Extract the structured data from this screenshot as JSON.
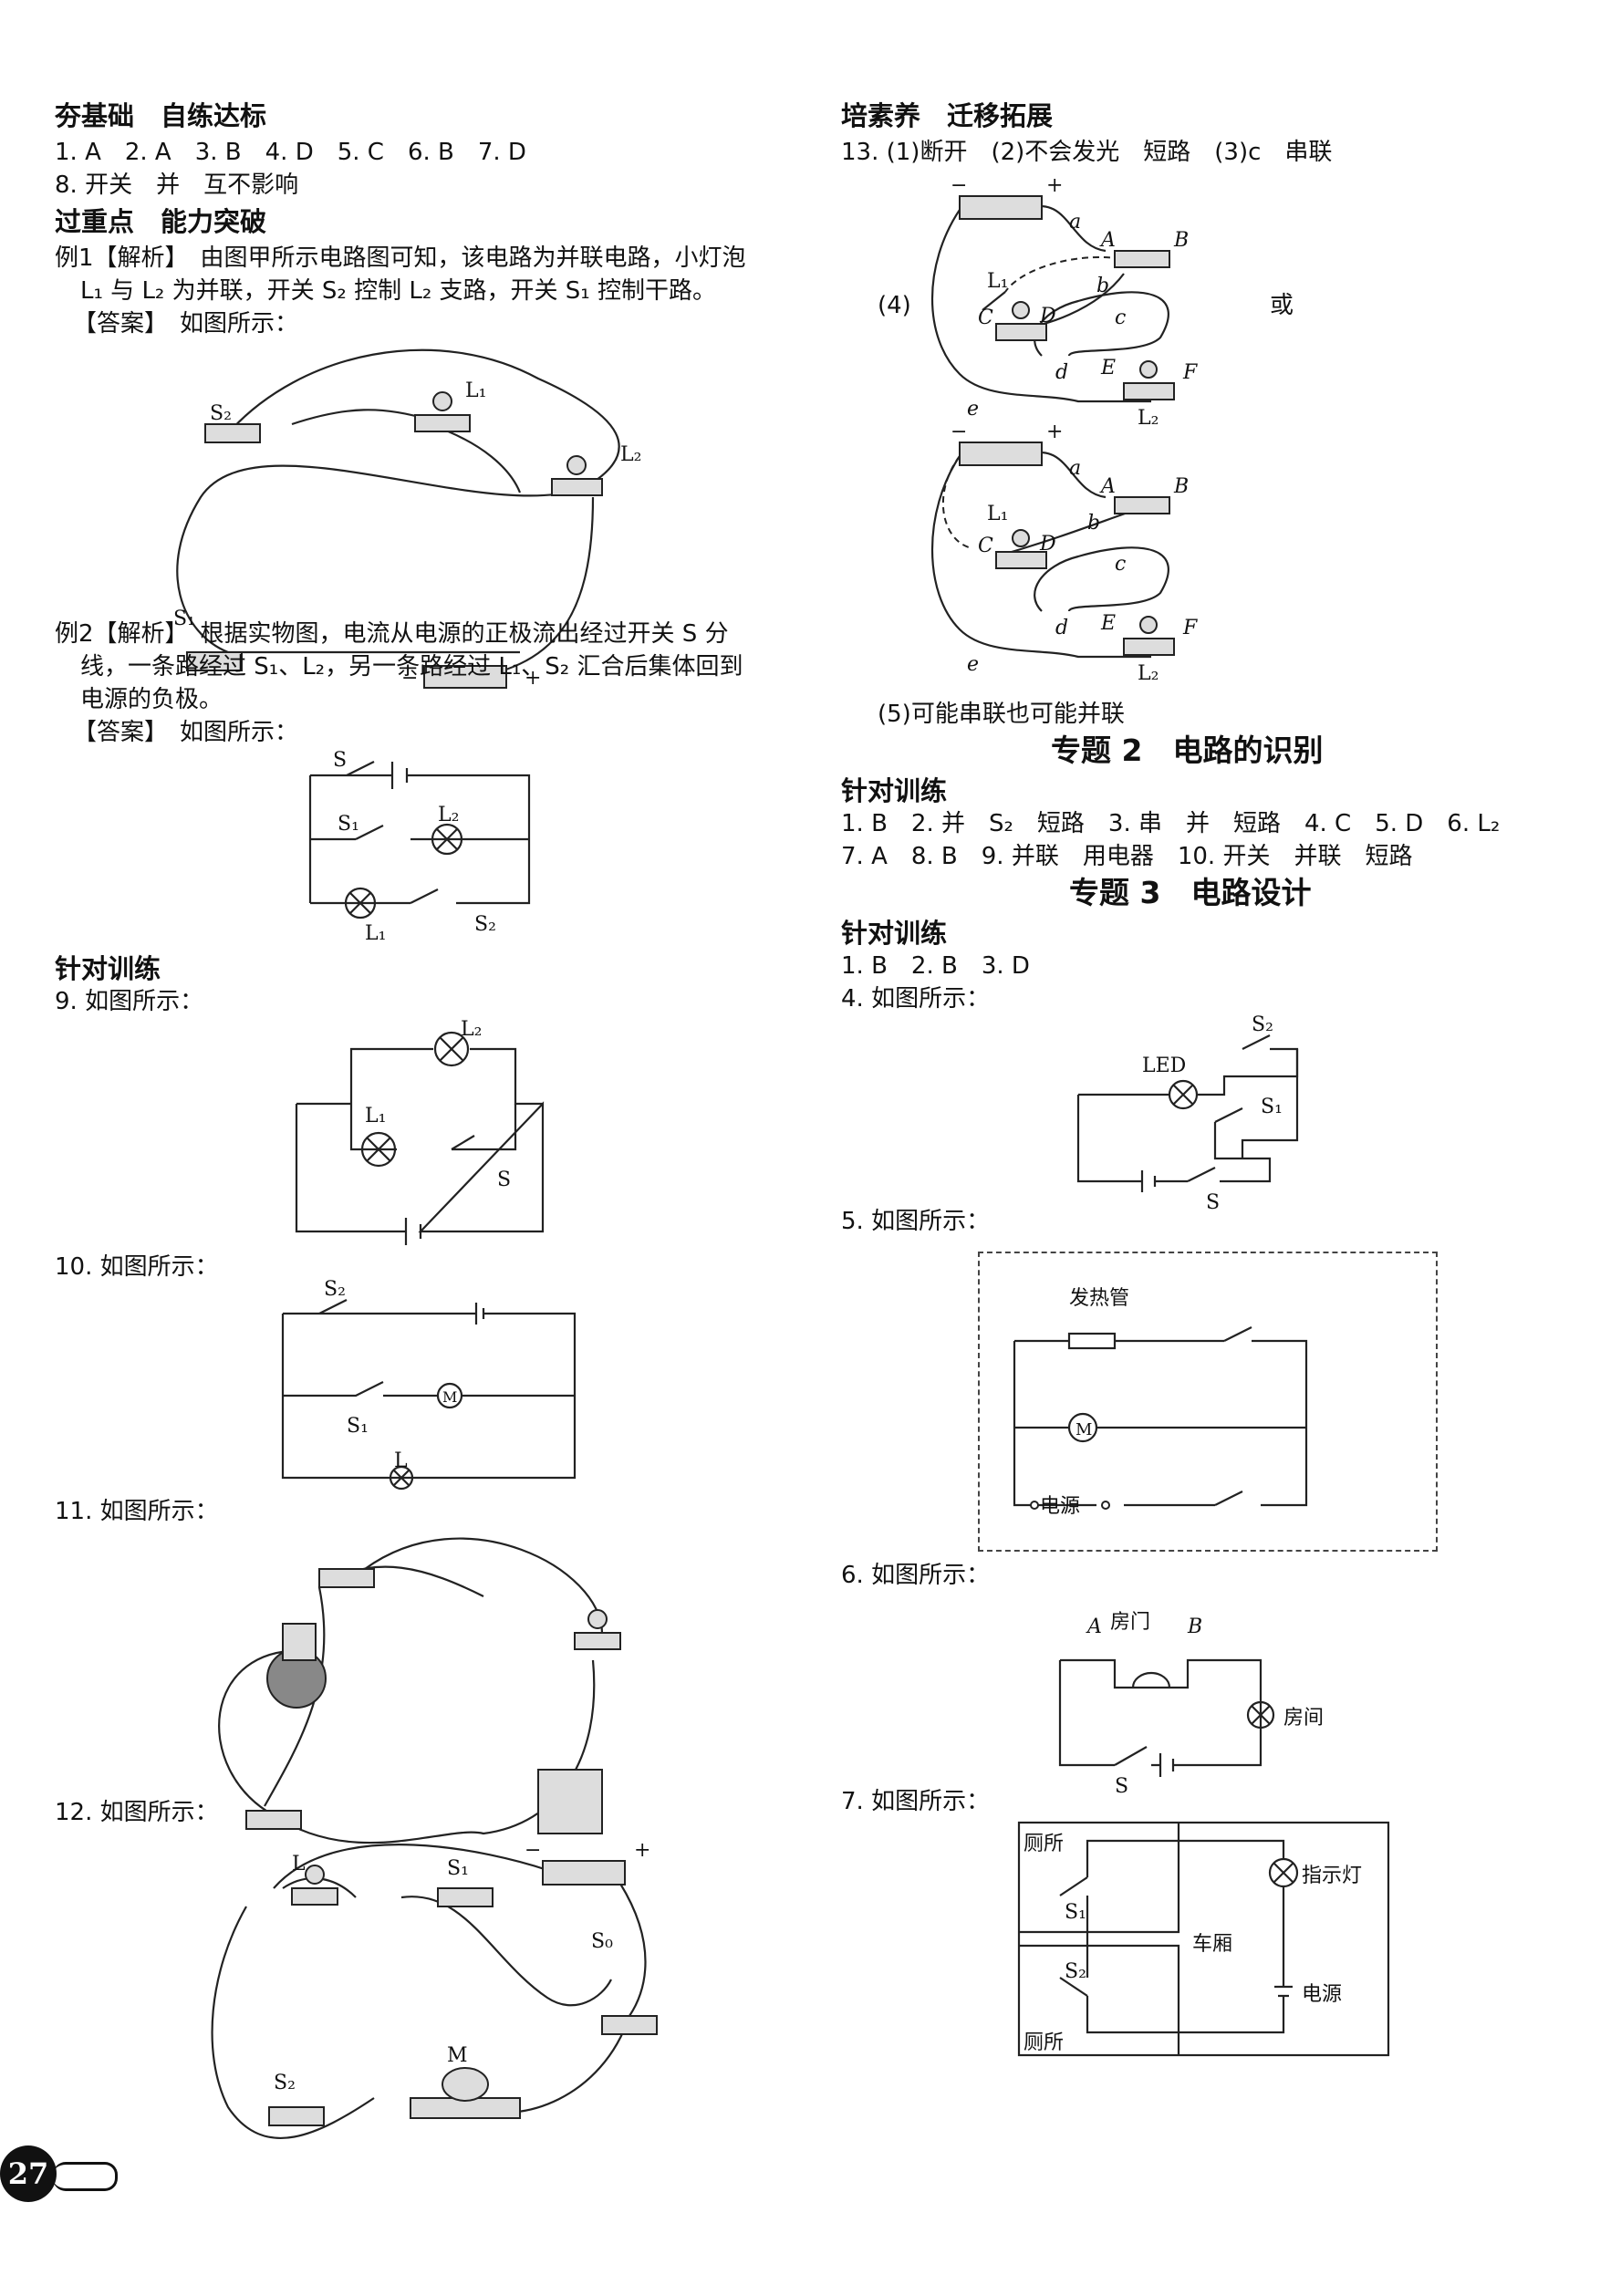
{
  "left": {
    "sec1_title": "夯基础　自练达标",
    "sec1_line1": "1. A　2. A　3. B　4. D　5. C　6. B　7. D",
    "sec1_line2": "8. 开关　并　互不影响",
    "sec2_title": "过重点　能力突破",
    "ex1_p1": "例1【解析】　由图甲所示电路图可知，该电路为并联电路，小灯泡",
    "ex1_p2": "L₁ 与 L₂ 为并联，开关 S₂ 控制 L₂ 支路，开关 S₁ 控制干路。",
    "ex1_answer": "【答案】　如图所示：",
    "ex2_p1": "例2【解析】　根据实物图，电流从电源的正极流出经过开关 S 分",
    "ex2_p2": "线，一条路经过 S₁、L₂，另一条路经过 L₁、S₂ 汇合后集体回到",
    "ex2_p3": "电源的负极。",
    "ex2_answer": "【答案】　如图所示：",
    "train_title": "针对训练",
    "q9": "9. 如图所示：",
    "q10": "10. 如图所示：",
    "q11": "11. 如图所示：",
    "q12": "12. 如图所示："
  },
  "right": {
    "sec3_title": "培素养　迁移拓展",
    "q13_line": "13. (1)断开　(2)不会发光　短路　(3)c　串联",
    "q13_4": "(4)",
    "q13_or": "或",
    "q13_5": "(5)可能串联也可能并联",
    "topic2_title": "专题 2　电路的识别",
    "topic2_train": "针对训练",
    "topic2_line1": "1. B　2. 并　S₂　短路　3. 串　并　短路　4. C　5. D　6. L₂",
    "topic2_line2": "7. A　8. B　9. 并联　用电器　10. 开关　并联　短路",
    "topic3_title": "专题 3　电路设计",
    "topic3_train": "针对训练",
    "topic3_line1": "1. B　2. B　3. D",
    "q4": "4. 如图所示：",
    "q5": "5. 如图所示：",
    "q6": "6. 如图所示：",
    "q7": "7. 如图所示："
  },
  "labels": {
    "S": "S",
    "S1": "S₁",
    "S2": "S₂",
    "S0": "S₀",
    "L": "L",
    "L1": "L₁",
    "L2": "L₂",
    "M": "M",
    "LED": "LED",
    "plus": "+",
    "minus": "−",
    "A": "A",
    "B": "B",
    "C": "C",
    "D": "D",
    "E": "E",
    "F": "F",
    "a": "a",
    "b": "b",
    "c": "c",
    "d": "d",
    "e": "e",
    "heater": "发热管",
    "power": "电源",
    "door": "房门",
    "room": "房间",
    "toilet": "厕所",
    "carriage": "车厢",
    "indicator": "指示灯"
  },
  "page_number": "27"
}
